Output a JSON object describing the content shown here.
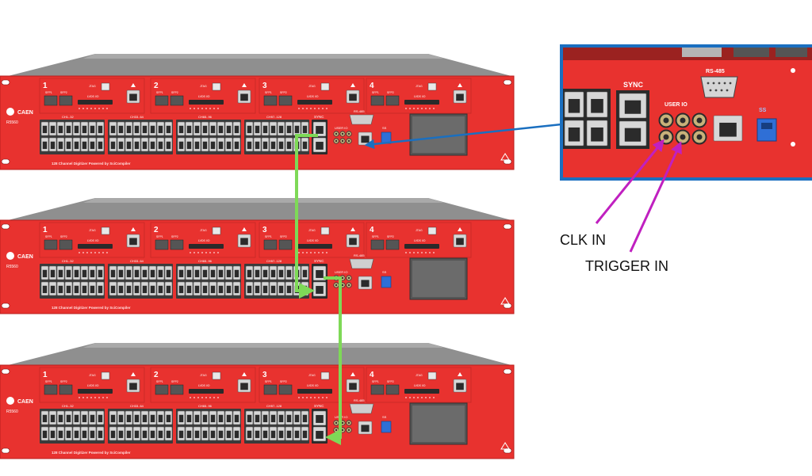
{
  "units": [
    {
      "brand": "CAEN",
      "model": "R5560",
      "module_numbers": [
        "1",
        "2",
        "3",
        "4"
      ],
      "module_labels": {
        "sfp1": "SFP1",
        "sfp2": "SFP2",
        "jtag": "JTAG",
        "lvds": "LVDS I/O"
      },
      "channel_groups": [
        "CH1..32",
        "CH33..64",
        "CH65..96",
        "CH97..128"
      ],
      "sync_label": "SYNC",
      "rs485_label": "RS-485",
      "user_io_label": "USER IO",
      "usb_label": "SS",
      "caption": "128 Channel Digitizer Powered by SciCompiler"
    },
    {
      "brand": "CAEN",
      "model": "R5560",
      "module_numbers": [
        "1",
        "2",
        "3",
        "4"
      ],
      "module_labels": {
        "sfp1": "SFP1",
        "sfp2": "SFP2",
        "jtag": "JTAG",
        "lvds": "LVDS I/O"
      },
      "channel_groups": [
        "CH1..32",
        "CH33..64",
        "CH65..96",
        "CH97..128"
      ],
      "sync_label": "SYNC",
      "rs485_label": "RS-485",
      "user_io_label": "USER IO",
      "usb_label": "SS",
      "caption": "128 Channel Digitizer Powered by SciCompiler"
    },
    {
      "brand": "CAEN",
      "model": "R5560",
      "module_numbers": [
        "1",
        "2",
        "3",
        "4"
      ],
      "module_labels": {
        "sfp1": "SFP1",
        "sfp2": "SFP2",
        "jtag": "JTAG",
        "lvds": "LVDS I/O"
      },
      "channel_groups": [
        "CH1..32",
        "CH33..64",
        "CH65..96",
        "CH97..128"
      ],
      "sync_label": "SYNC",
      "rs485_label": "RS-485",
      "user_io_label": "USER IO",
      "usb_label": "SS",
      "caption": "128 Channel Digitizer Powered by SciCompiler"
    }
  ],
  "zoom": {
    "sync_label": "SYNC",
    "rs485_label": "RS-485",
    "user_io_label": "USER IO",
    "usb_label": "SS"
  },
  "annotations": {
    "clk_in": "CLK IN",
    "trigger_in": "TRIGGER IN"
  },
  "colors": {
    "chassis_red": "#e8322f",
    "chassis_dark_red": "#b81f1d",
    "top_cover": "#8f8f8f",
    "sync_cable": "#7ed957",
    "zoom_frame": "#1a6fc0",
    "callout_arrow": "#c020c0"
  }
}
